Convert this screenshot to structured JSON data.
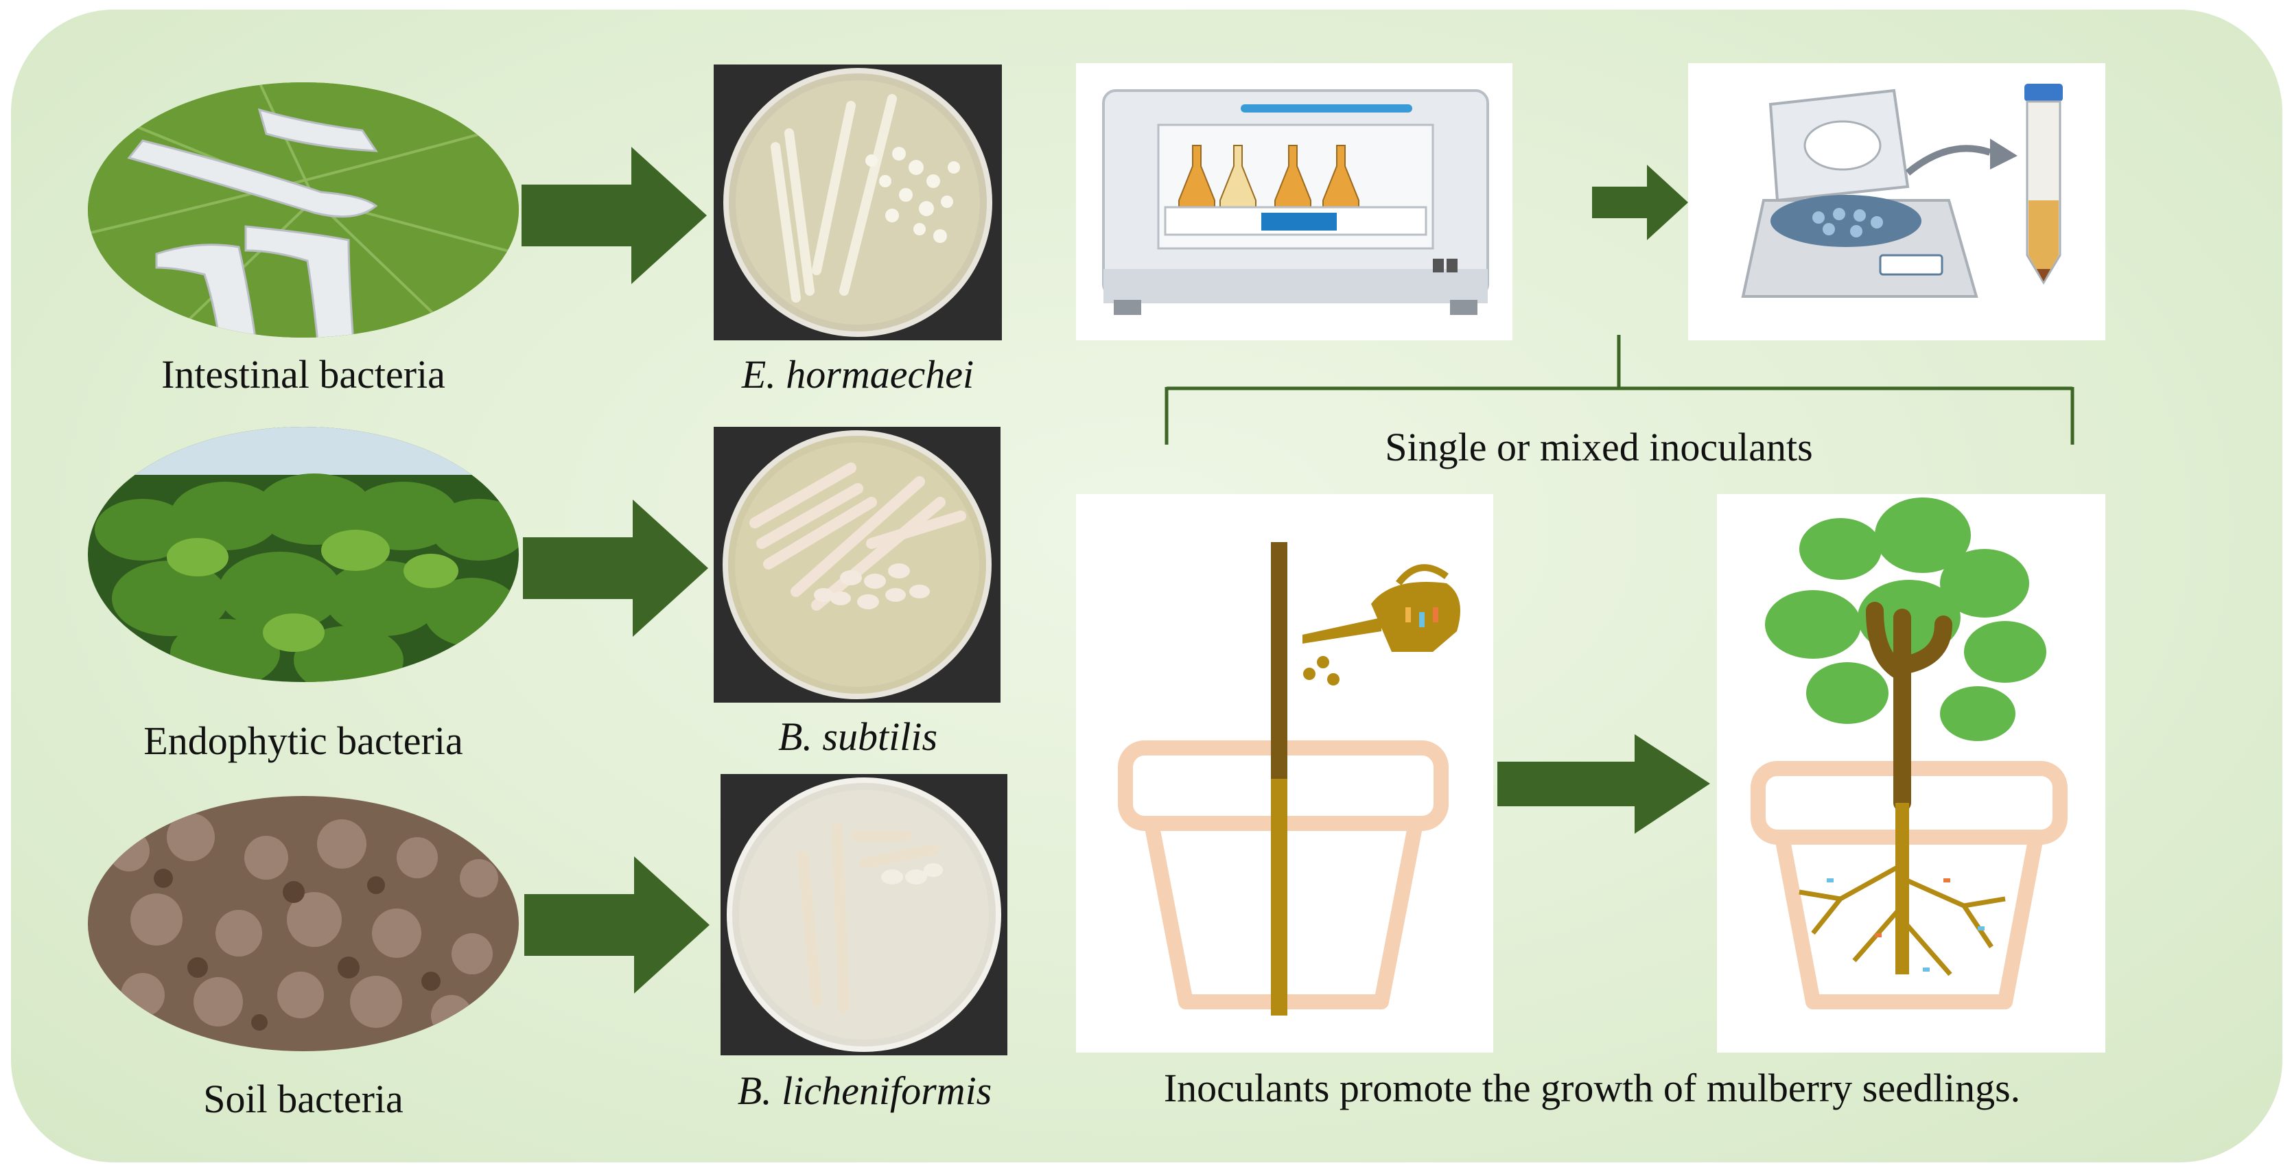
{
  "sources": [
    {
      "label": "Intestinal bacteria",
      "species": "E. hormaechei"
    },
    {
      "label": "Endophytic bacteria",
      "species": "B. subtilis"
    },
    {
      "label": "Soil bacteria",
      "species": "B. licheniformis"
    }
  ],
  "process": {
    "inoculant_label": "Single or mixed inoculants",
    "result_caption": "Inoculants promote the growth of mulberry seedlings."
  },
  "colors": {
    "panel_bg": "#e3f0d7",
    "arrow": "#3d6526",
    "bracket": "#3d6526",
    "pot": "#f6d0b2"
  },
  "icons": [
    "silkworm-photo",
    "mulberry-plant-photo",
    "soil-photo",
    "petri-dish",
    "shaker-incubator",
    "centrifuge",
    "falcon-tube",
    "watering-can",
    "flowerpot",
    "mulberry-seedling"
  ]
}
